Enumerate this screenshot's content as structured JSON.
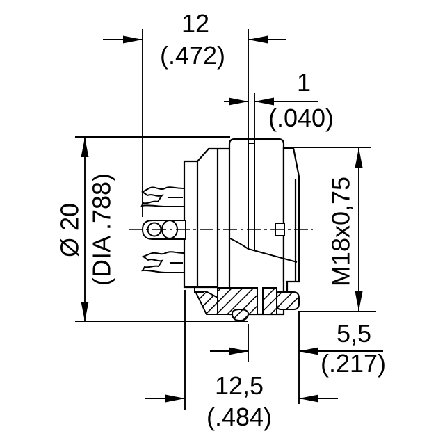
{
  "drawing": {
    "background": "#ffffff",
    "line_color": "#000000",
    "dimensions": {
      "overall_depth": {
        "metric": "12",
        "inch": "(.472)"
      },
      "key_slot_width": {
        "metric": "1",
        "inch": "(.040)"
      },
      "body_diameter": {
        "metric": "Ø 20",
        "inch": "(DIA .788)"
      },
      "thread_spec": {
        "label": "M18x0,75"
      },
      "front_length": {
        "metric": "5,5",
        "inch": "(.217)"
      },
      "mounting_length": {
        "metric": "12,5",
        "inch": "(.484)"
      }
    }
  }
}
